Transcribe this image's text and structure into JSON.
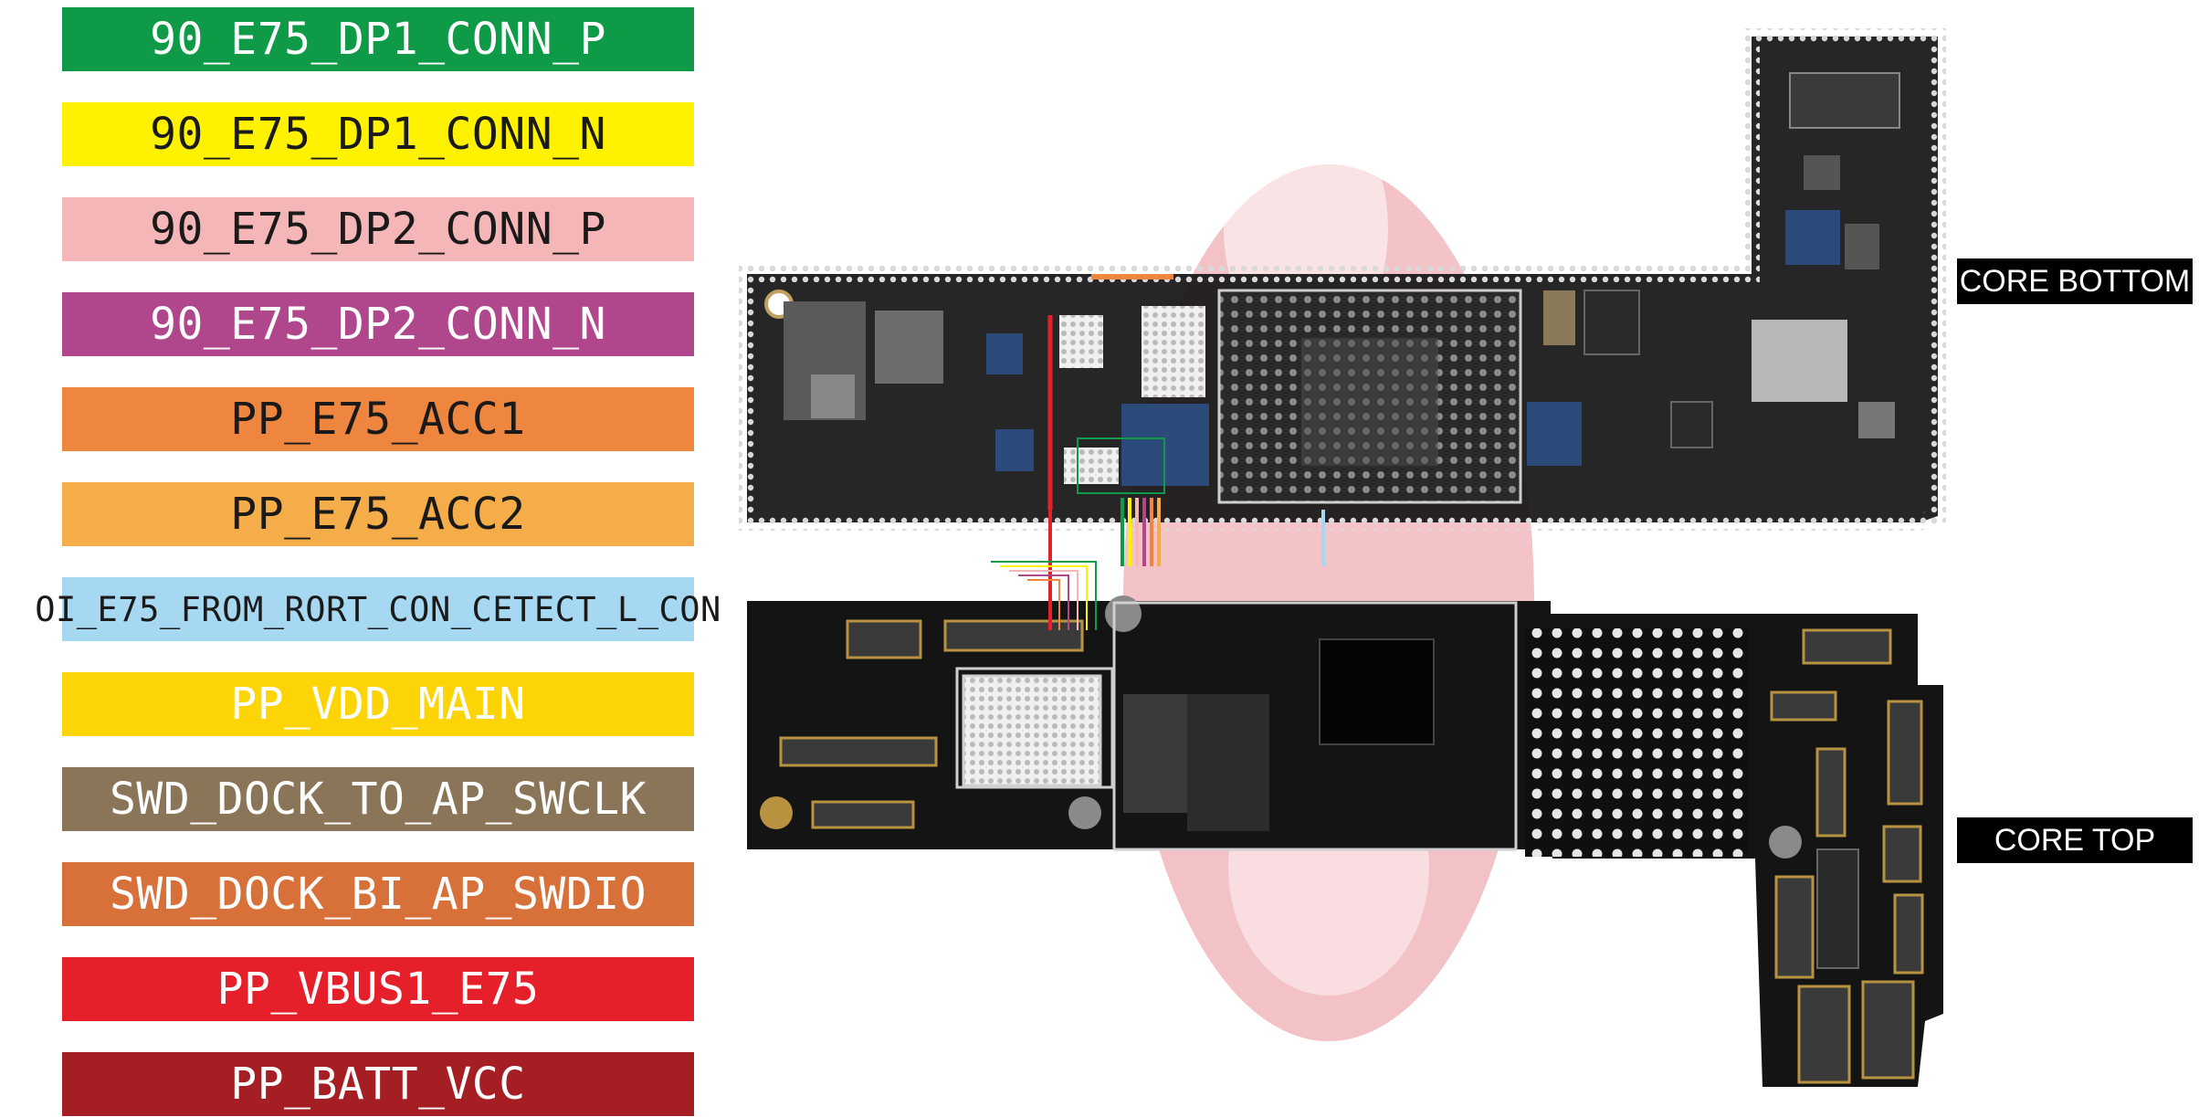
{
  "legend": [
    {
      "label": "90_E75_DP1_CONN_P",
      "bg": "#0f9a47",
      "fg": "#ffffff"
    },
    {
      "label": "90_E75_DP1_CONN_N",
      "bg": "#fff200",
      "fg": "#1a1a1a"
    },
    {
      "label": "90_E75_DP2_CONN_P",
      "bg": "#f4b6b6",
      "fg": "#1a1a1a"
    },
    {
      "label": "90_E75_DP2_CONN_N",
      "bg": "#b0478c",
      "fg": "#ffffff"
    },
    {
      "label": "PP_E75_ACC1",
      "bg": "#ee8640",
      "fg": "#1a1a1a"
    },
    {
      "label": "PP_E75_ACC2",
      "bg": "#f5ad4a",
      "fg": "#1a1a1a"
    },
    {
      "label": "OI_E75_FROM_RORT_CON_CETECT_L_CON",
      "bg": "#a7d8f2",
      "fg": "#1a1a1a"
    },
    {
      "label": "PP_VDD_MAIN",
      "bg": "#fdd406",
      "fg": "#ffffff"
    },
    {
      "label": "SWD_DOCK_TO_AP_SWCLK",
      "bg": "#8a7559",
      "fg": "#ffffff"
    },
    {
      "label": "SWD_DOCK_BI_AP_SWDIO",
      "bg": "#d8703a",
      "fg": "#ffffff"
    },
    {
      "label": "PP_VBUS1_E75",
      "bg": "#e6202a",
      "fg": "#ffffff"
    },
    {
      "label": "PP_BATT_VCC",
      "bg": "#a51e24",
      "fg": "#ffffff"
    }
  ],
  "boards": {
    "core_bottom_label": "CORE BOTTOM",
    "core_top_label": "CORE TOP"
  },
  "colors": {
    "pcb": "#161616",
    "watermark": "#f2b8bd",
    "pad": "#d9d9d9",
    "gold": "#b8933f"
  }
}
